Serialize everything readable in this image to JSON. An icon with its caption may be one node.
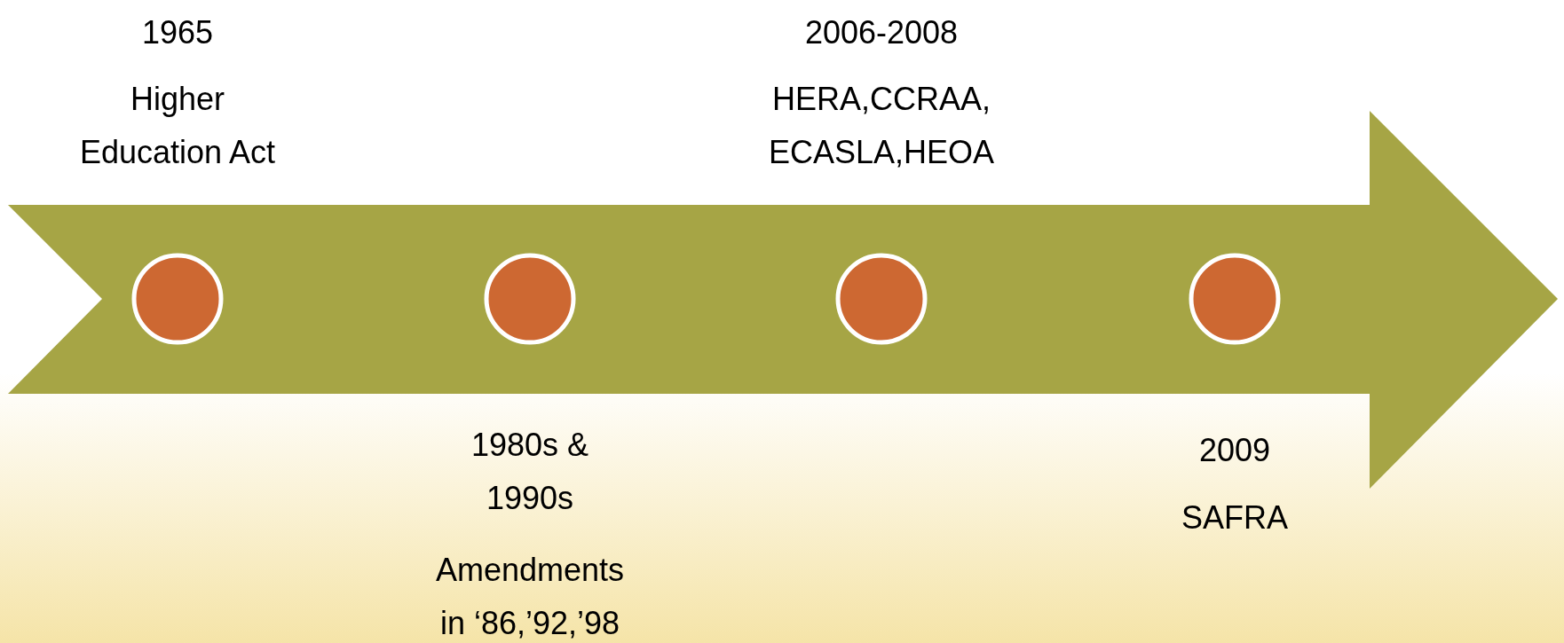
{
  "diagram": {
    "nodes": [
      {
        "text": [],
        "shape": "arrow"
      },
      {
        "text": [],
        "shape": "circle",
        "in": 0,
        "beside": [
          "1965",
          "Higher Education Act"
        ]
      },
      {
        "text": [],
        "shape": "circle",
        "in": 0,
        "beside": [
          "1980s & 1990s",
          "Amendments in ‘86,’92,’98"
        ]
      },
      {
        "text": [],
        "shape": "circle",
        "in": 0,
        "beside": [
          "2006-2008",
          "HERA,CCRAA, ECASLA,HEOA"
        ]
      },
      {
        "text": [],
        "shape": "circle",
        "in": 0,
        "beside": [
          "2009",
          "SAFRA"
        ]
      }
    ]
  }
}
